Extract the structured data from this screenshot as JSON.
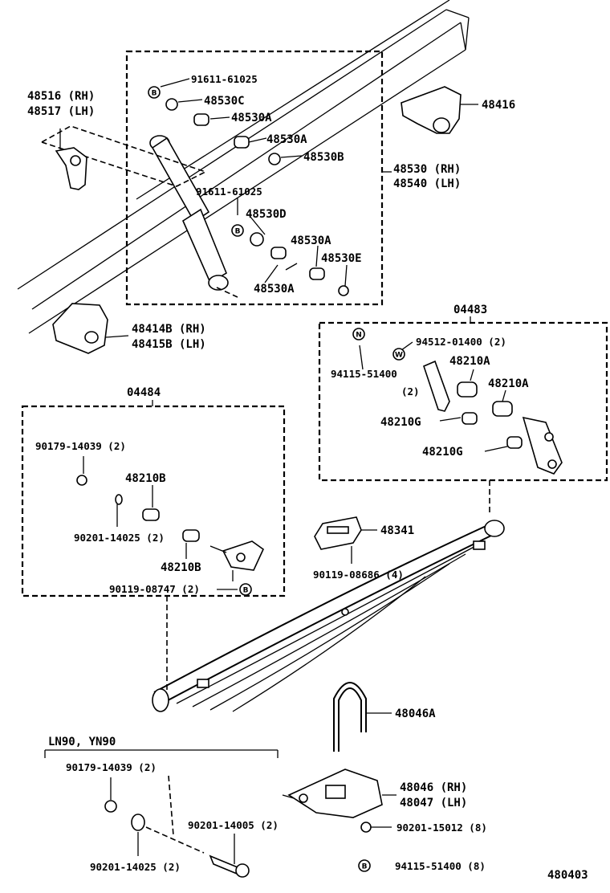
{
  "diagram_id": "480403",
  "parts": {
    "p48516": "48516 (RH)",
    "p48517": "48517 (LH)",
    "p91611_top": "91611-61025",
    "p48530C": "48530C",
    "p48530A_1": "48530A",
    "p48530A_2": "48530A",
    "p48530B": "48530B",
    "p91611_mid": "91611-61025",
    "p48530D": "48530D",
    "p48530A_3": "48530A",
    "p48530E": "48530E",
    "p48530A_4": "48530A",
    "p48530": "48530 (RH)",
    "p48540": "48540 (LH)",
    "p48416": "48416",
    "p48414B": "48414B (RH)",
    "p48415B": "48415B (LH)",
    "g04483": "04483",
    "p94512": "94512-01400 (2)",
    "p94115_a": "94115-51400",
    "p94115_a_qty": "(2)",
    "p48210A_1": "48210A",
    "p48210A_2": "48210A",
    "p48210G_1": "48210G",
    "p48210G_2": "48210G",
    "g04484": "04484",
    "p90179_a": "90179-14039 (2)",
    "p48210B_1": "48210B",
    "p90201_a": "90201-14025 (2)",
    "p48210B_2": "48210B",
    "p90119_a": "90119-08747 (2)",
    "p48341": "48341",
    "p90119_b": "90119-08686 (4)",
    "p48046A": "48046A",
    "variant": "LN90, YN90",
    "p90179_b": "90179-14039 (2)",
    "p90201_b": "90201-14005 (2)",
    "p90201_c": "90201-14025 (2)",
    "p48046": "48046 (RH)",
    "p48047": "48047 (LH)",
    "p90201_d": "90201-15012 (8)",
    "p94115_b": "94115-51400 (8)"
  },
  "markers": {
    "B": "B",
    "N": "N",
    "W": "W"
  }
}
